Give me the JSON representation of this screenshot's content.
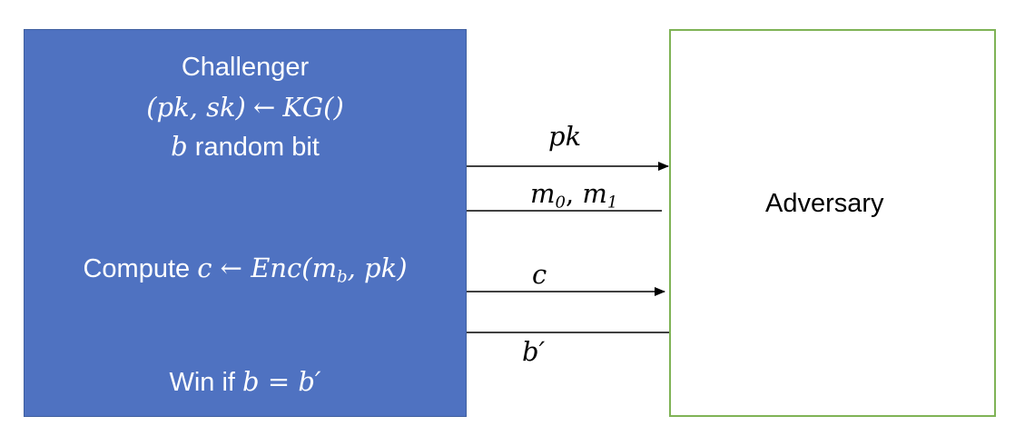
{
  "challenger": {
    "title": "Challenger",
    "keygen": {
      "lhs": "(pk, sk)",
      "arrow": "←",
      "rhs": "KG()"
    },
    "random_bit": {
      "var": "b",
      "text": " random bit"
    },
    "compute": {
      "prefix": "Compute ",
      "var": "c",
      "arrow": " ← ",
      "func": "Enc(m",
      "sub": "b",
      "rest": ", pk)"
    },
    "win": {
      "prefix": "Win if ",
      "lhs": "b",
      "eq": " = ",
      "rhs": "b′"
    },
    "fill_color": "#4f72c1"
  },
  "adversary": {
    "title": "Adversary",
    "border_color": "#7fb356"
  },
  "messages": {
    "pk": "pk",
    "m0": "m",
    "m0_sub": "0",
    "comma": ", ",
    "m1": "m",
    "m1_sub": "1",
    "c": "c",
    "bprime": "b′"
  }
}
